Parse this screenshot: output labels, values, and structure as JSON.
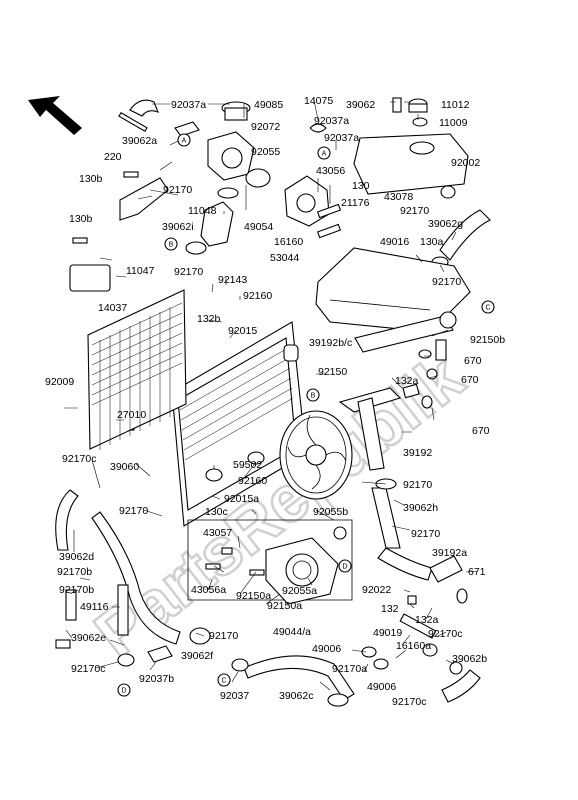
{
  "watermark": "PartsRepublik",
  "labels": [
    {
      "id": "p92037a_1",
      "text": "92037a"
    },
    {
      "id": "p49085",
      "text": "49085"
    },
    {
      "id": "p14075",
      "text": "14075"
    },
    {
      "id": "p39062",
      "text": "39062"
    },
    {
      "id": "p11012",
      "text": "11012"
    },
    {
      "id": "p92072",
      "text": "92072"
    },
    {
      "id": "p92037a_2",
      "text": "92037a"
    },
    {
      "id": "p11009",
      "text": "11009"
    },
    {
      "id": "p39062a",
      "text": "39062a"
    },
    {
      "id": "p92037a_3",
      "text": "92037a"
    },
    {
      "id": "p92055",
      "text": "92055"
    },
    {
      "id": "p220",
      "text": "220"
    },
    {
      "id": "p92002",
      "text": "92002"
    },
    {
      "id": "p43056",
      "text": "43056"
    },
    {
      "id": "p130b_1",
      "text": "130b"
    },
    {
      "id": "p130",
      "text": "130"
    },
    {
      "id": "p92170_1",
      "text": "92170"
    },
    {
      "id": "p43078",
      "text": "43078"
    },
    {
      "id": "p21176",
      "text": "21176"
    },
    {
      "id": "p92170_2",
      "text": "92170"
    },
    {
      "id": "p11048",
      "text": "11048"
    },
    {
      "id": "p39062g",
      "text": "39062g"
    },
    {
      "id": "p130b_2",
      "text": "130b"
    },
    {
      "id": "p39062i",
      "text": "39062i"
    },
    {
      "id": "p49054",
      "text": "49054"
    },
    {
      "id": "p16160",
      "text": "16160"
    },
    {
      "id": "p49016",
      "text": "49016"
    },
    {
      "id": "p130a",
      "text": "130a"
    },
    {
      "id": "p53044",
      "text": "53044"
    },
    {
      "id": "p11047",
      "text": "11047"
    },
    {
      "id": "p92170_3",
      "text": "92170"
    },
    {
      "id": "p92143",
      "text": "92143"
    },
    {
      "id": "p92170_4",
      "text": "92170"
    },
    {
      "id": "p14037",
      "text": "14037"
    },
    {
      "id": "p92160_1",
      "text": "92160"
    },
    {
      "id": "p132b",
      "text": "132b"
    },
    {
      "id": "p92150b",
      "text": "92150b"
    },
    {
      "id": "p92015",
      "text": "92015"
    },
    {
      "id": "p39192bc",
      "text": "39192b/c"
    },
    {
      "id": "p670_1",
      "text": "670"
    },
    {
      "id": "p92150",
      "text": "92150"
    },
    {
      "id": "p670_2",
      "text": "670"
    },
    {
      "id": "p92009",
      "text": "92009"
    },
    {
      "id": "p132a_1",
      "text": "132a"
    },
    {
      "id": "p27010",
      "text": "27010"
    },
    {
      "id": "p670_3",
      "text": "670"
    },
    {
      "id": "p92170c_1",
      "text": "92170c"
    },
    {
      "id": "p39192",
      "text": "39192"
    },
    {
      "id": "p39060",
      "text": "39060"
    },
    {
      "id": "p59502",
      "text": "59502"
    },
    {
      "id": "p92160_2",
      "text": "92160"
    },
    {
      "id": "p92170_5",
      "text": "92170"
    },
    {
      "id": "p92015a",
      "text": "92015a"
    },
    {
      "id": "p92170_6",
      "text": "92170"
    },
    {
      "id": "p130c",
      "text": "130c"
    },
    {
      "id": "p92055b",
      "text": "92055b"
    },
    {
      "id": "p39062h",
      "text": "39062h"
    },
    {
      "id": "p43057",
      "text": "43057"
    },
    {
      "id": "p92170_7",
      "text": "92170"
    },
    {
      "id": "p39062d",
      "text": "39062d"
    },
    {
      "id": "p39192a",
      "text": "39192a"
    },
    {
      "id": "p92170b_1",
      "text": "92170b"
    },
    {
      "id": "p671",
      "text": "671"
    },
    {
      "id": "p92170b_2",
      "text": "92170b"
    },
    {
      "id": "p43056a",
      "text": "43056a"
    },
    {
      "id": "p92055a",
      "text": "92055a"
    },
    {
      "id": "p92150a_1",
      "text": "92150a"
    },
    {
      "id": "p92022",
      "text": "92022"
    },
    {
      "id": "p49116",
      "text": "49116"
    },
    {
      "id": "p92150a_2",
      "text": "92150a"
    },
    {
      "id": "p132",
      "text": "132"
    },
    {
      "id": "p132a_2",
      "text": "132a"
    },
    {
      "id": "p39062e",
      "text": "39062e"
    },
    {
      "id": "p92170_8",
      "text": "92170"
    },
    {
      "id": "p49044a",
      "text": "49044/a"
    },
    {
      "id": "p49019",
      "text": "49019"
    },
    {
      "id": "p92170c_2",
      "text": "92170c"
    },
    {
      "id": "p49006_1",
      "text": "49006"
    },
    {
      "id": "p39062f",
      "text": "39062f"
    },
    {
      "id": "p16160a",
      "text": "16160a"
    },
    {
      "id": "p39062b",
      "text": "39062b"
    },
    {
      "id": "p92170c_3",
      "text": "92170c"
    },
    {
      "id": "p92037b",
      "text": "92037b"
    },
    {
      "id": "p92170a",
      "text": "92170a"
    },
    {
      "id": "p49006_2",
      "text": "49006"
    },
    {
      "id": "p92037",
      "text": "92037"
    },
    {
      "id": "p39062c",
      "text": "39062c"
    },
    {
      "id": "p92170c_4",
      "text": "92170c"
    }
  ],
  "refs": [
    {
      "id": "ref_a1",
      "text": "A"
    },
    {
      "id": "ref_a2",
      "text": "A"
    },
    {
      "id": "ref_b1",
      "text": "B"
    },
    {
      "id": "ref_b2",
      "text": "B"
    },
    {
      "id": "ref_c1",
      "text": "C"
    },
    {
      "id": "ref_c2",
      "text": "C"
    },
    {
      "id": "ref_d1",
      "text": "D"
    },
    {
      "id": "ref_d2",
      "text": "D"
    }
  ]
}
